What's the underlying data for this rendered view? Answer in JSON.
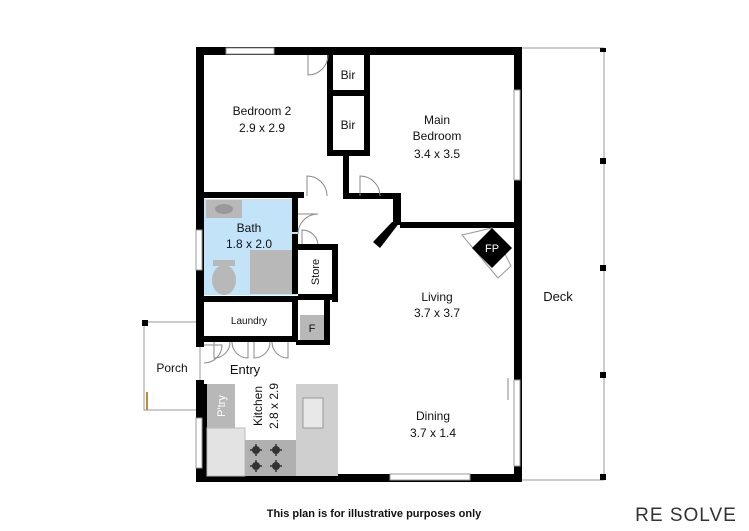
{
  "rooms": {
    "bedroom2": {
      "name": "Bedroom 2",
      "size": "2.9 x 2.9"
    },
    "bir_top": {
      "name": "Bir"
    },
    "bir_bottom": {
      "name": "Bir"
    },
    "main_bedroom": {
      "name_line1": "Main",
      "name_line2": "Bedroom",
      "size": "3.4 x 3.5"
    },
    "bath": {
      "name": "Bath",
      "size": "1.8 x 2.0"
    },
    "store": {
      "name": "Store"
    },
    "laundry": {
      "name": "Laundry"
    },
    "f": {
      "name": "F"
    },
    "porch": {
      "name": "Porch"
    },
    "entry": {
      "name": "Entry"
    },
    "pantry": {
      "name": "P'try"
    },
    "kitchen": {
      "name": "Kitchen",
      "size": "2.8 x 2.9"
    },
    "fp": {
      "name": "FP"
    },
    "living": {
      "name": "Living",
      "size": "3.7 x 3.7"
    },
    "dining": {
      "name": "Dining",
      "size": "3.7 x 1.4"
    },
    "deck": {
      "name": "Deck"
    }
  },
  "footer": {
    "disclaimer": "This plan is for illustrative purposes only",
    "logo_text": "RE SOLVE"
  },
  "colors": {
    "wall": "#000000",
    "bath_fill": "#c3e4f8",
    "fixture_grey": "#b8b8b8",
    "counter_grey": "#cfcfcf"
  }
}
